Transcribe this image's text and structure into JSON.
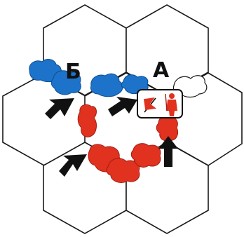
{
  "board": {
    "labels": {
      "region_a": "А",
      "region_b": "Б"
    },
    "hexes": [
      "top-left",
      "top-right",
      "middle-left",
      "center",
      "middle-right",
      "bottom-left",
      "bottom-right"
    ],
    "pieces": {
      "blue_group_b": {
        "color": "#1d73c9",
        "count": 2,
        "region": "Б"
      },
      "blue_group_a": {
        "color": "#1d73c9",
        "count": 2,
        "region": "А"
      },
      "empty_outline": {
        "count": 1,
        "region": "А"
      },
      "red_chain": {
        "color": "#e0321f",
        "count": 4
      },
      "leader_card": {
        "color": "#e0321f",
        "icons": [
          "flag-icon",
          "soldier-icon"
        ]
      }
    },
    "arrows": {
      "color": "#111111",
      "count": 4
    }
  }
}
